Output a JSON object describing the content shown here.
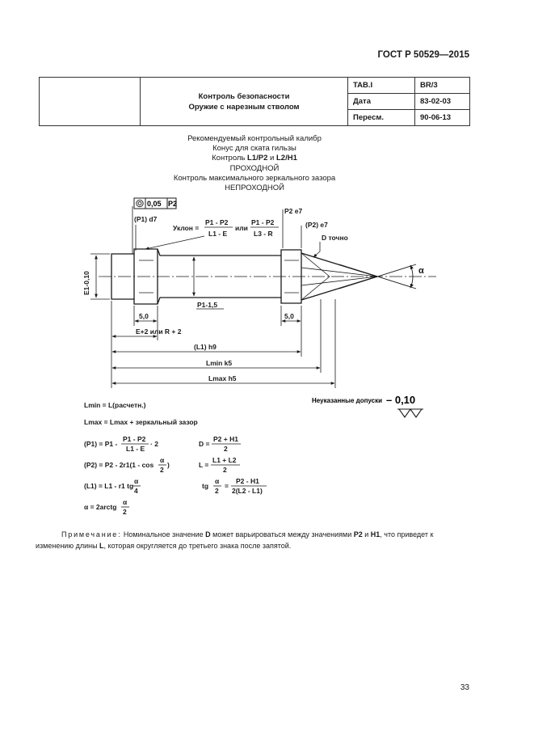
{
  "header": {
    "standard": "ГОСТ Р 50529—2015"
  },
  "table": {
    "title_line1": "Контроль безопасности",
    "title_line2": "Оружие с нарезным стволом",
    "rows": [
      {
        "key": "TAB.I",
        "value": "BR/3"
      },
      {
        "key": "Дата",
        "value": "83-02-03"
      },
      {
        "key": "Пересм.",
        "value": "90-06-13"
      }
    ]
  },
  "intro": {
    "line1": "Рекомендуемый контрольный калибр",
    "line2": "Конус для ската гильзы",
    "line3_pre": "Контроль ",
    "line3_a": "L1/P2",
    "line3_mid": " и ",
    "line3_b": "L2/H1",
    "line4": "ПРОХОДНОЙ",
    "line5": "Контроль максимального зеркального зазора",
    "line6": "НЕПРОХОДНОЙ"
  },
  "drawing": {
    "tolerance_frame": "0,05",
    "tolerance_ref": "P2",
    "p1_fit": "(P1) d7",
    "slope_label": "Уклон =",
    "slope_num1": "P1 - P2",
    "slope_den1": "L1 - E",
    "slope_or": "или",
    "slope_num2": "P1 - P2",
    "slope_den2": "L3 - R",
    "p2_fit": "P2 e7",
    "p2_fit_paren": "(P2) e7",
    "d_exact": "D точно",
    "alpha": "α",
    "e1_dim": "E1-0,10",
    "p1_dim": "P1-1,5",
    "dim_5_left": "5,0",
    "dim_5_right": "5,0",
    "dim_e2": "E+2 или R + 2",
    "dim_l1": "(L1) h9",
    "dim_lmin": "Lmin k5",
    "dim_lmax": "Lmax h5"
  },
  "tolerances": {
    "label": "Неуказанные допуски",
    "value": "– 0,10"
  },
  "formulas": {
    "lmin": "Lmin = L(расчетн.)",
    "lmax": "Lmax = Lmax + зеркальный зазор",
    "p1": "(P1) = P1 -",
    "p1_num": "P1 - P2",
    "p1_den": "L1 - E",
    "p1_tail": "· 2",
    "d": "D =",
    "d_num": "P2 + H1",
    "d_den": "2",
    "p2": "(P2) = P2 - 2r1(1 - cos",
    "p2_num": "α",
    "p2_den": "2",
    "p2_tail": ")",
    "l": "L =",
    "l_num": "L1 + L2",
    "l_den": "2",
    "l1": "(L1) = L1 - r1 tg",
    "l1_num": "α",
    "l1_den": "4",
    "tg": "tg",
    "tg_num": "α",
    "tg_den": "2",
    "tg_eq": "=",
    "tg_rnum": "P2 - H1",
    "tg_rden": "2(L2 - L1)",
    "alpha": "α = 2arctg",
    "alpha_num": "α",
    "alpha_den": "2"
  },
  "note": {
    "label": "Примечание:",
    "t1": " Номинальное значение ",
    "b1": "D",
    "t2": " может варьироваться между значениями ",
    "b2": "P2",
    "t3": " и ",
    "b3": "H1",
    "t4": ", что приведет к изменению длины ",
    "b4": "L",
    "t5": ", которая округляется до третьего знака после запятой."
  },
  "page_number": "33"
}
